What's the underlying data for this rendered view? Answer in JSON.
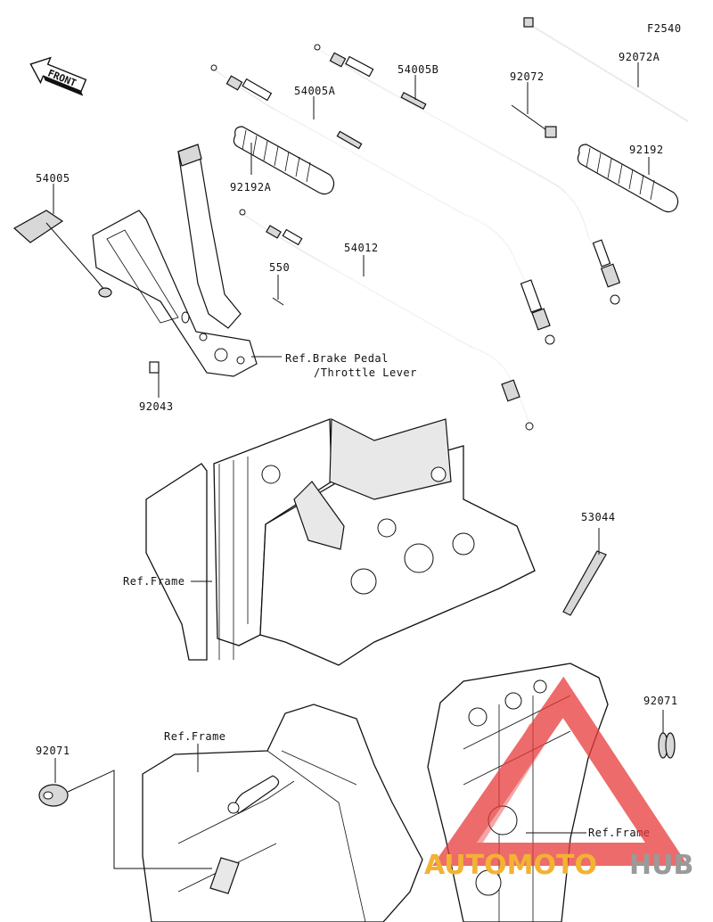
{
  "figure_code": "F2540",
  "front_label": "FRONT",
  "parts": {
    "p54005": "54005",
    "p54005A": "54005A",
    "p54005B": "54005B",
    "p92072": "92072",
    "p92072A": "92072A",
    "p92192": "92192",
    "p92192A": "92192A",
    "p54012": "54012",
    "p550": "550",
    "p92043": "92043",
    "p53044": "53044",
    "p92071_left": "92071",
    "p92071_right": "92071"
  },
  "references": {
    "brake_pedal_line1": "Ref.Brake Pedal",
    "brake_pedal_line2": "/Throttle Lever",
    "frame_middle": "Ref.Frame",
    "frame_bottom_left": "Ref.Frame",
    "frame_bottom_right": "Ref.Frame"
  },
  "watermark": {
    "text_a": "AUTOMOTO",
    "text_b": "HUB",
    "color_a": "#f2b233",
    "color_b": "#9a9a9a",
    "logo_color": "#e83a3a"
  }
}
